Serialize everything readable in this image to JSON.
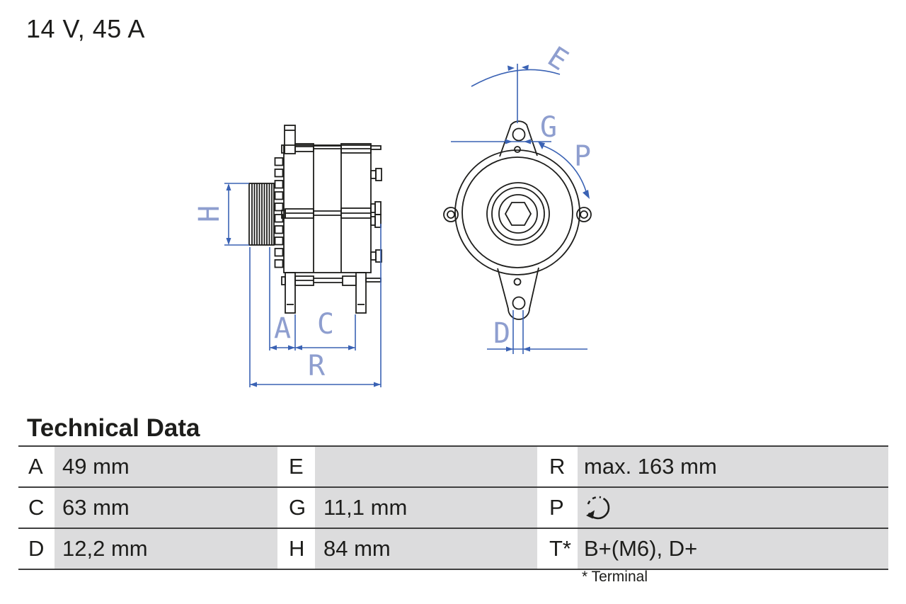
{
  "header": {
    "spec": "14 V, 45 A"
  },
  "drawing": {
    "dimension_labels": {
      "h": "H",
      "a": "A",
      "c": "C",
      "r": "R",
      "e": "E",
      "g": "G",
      "p": "P",
      "d": "D"
    }
  },
  "technical_data": {
    "title": "Technical Data",
    "rows": [
      [
        {
          "label": "A",
          "value": "49 mm"
        },
        {
          "label": "E",
          "value": ""
        },
        {
          "label": "R",
          "value": "max. 163 mm"
        }
      ],
      [
        {
          "label": "C",
          "value": "63 mm"
        },
        {
          "label": "G",
          "value": "11,1 mm"
        },
        {
          "label": "P",
          "value": ""
        }
      ],
      [
        {
          "label": "D",
          "value": "12,2 mm"
        },
        {
          "label": "H",
          "value": "84 mm"
        },
        {
          "label": "T*",
          "value": "B+(M6), D+"
        }
      ]
    ],
    "footnote": "* Terminal"
  },
  "colors": {
    "drawing_line": "#1d1d1b",
    "dimension_line": "#3a62b4",
    "dimension_label": "#8e9ecf",
    "table_cell_gray": "#dcdcdd",
    "table_rule": "#3f3f3f"
  }
}
